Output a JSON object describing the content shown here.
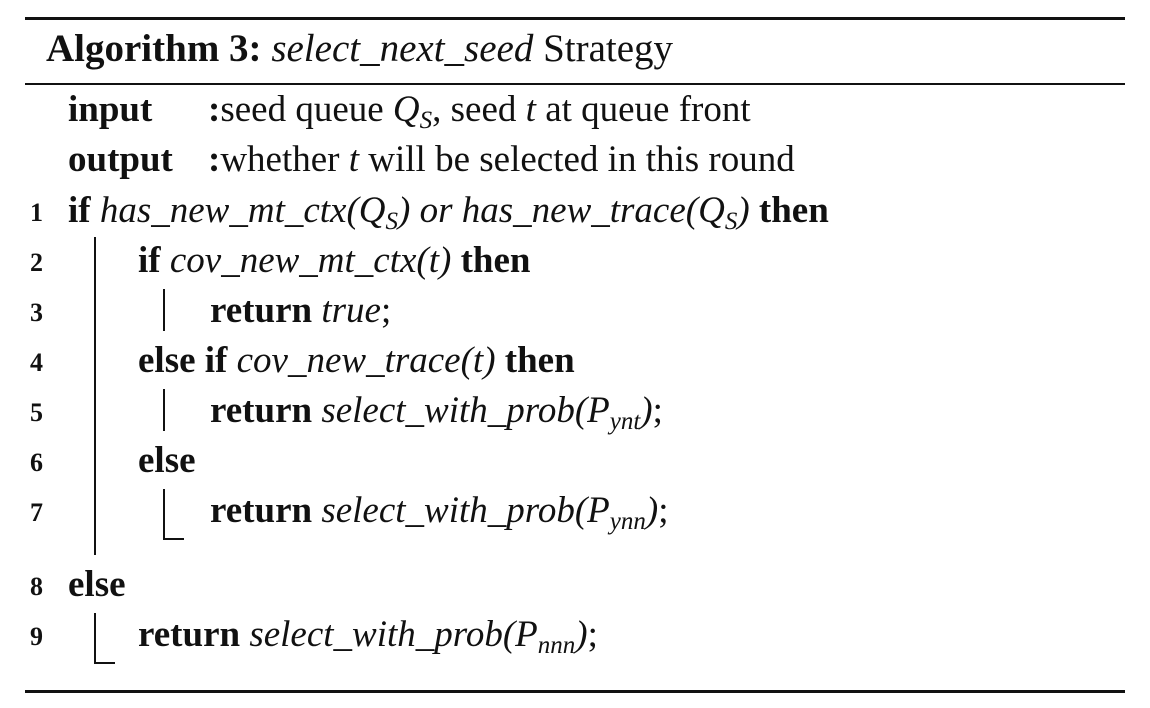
{
  "algorithm": {
    "label": "Algorithm 3:",
    "name": "select_next_seed",
    "name_suffix": " Strategy"
  },
  "io": {
    "input_keyword": "input",
    "input_text_a": "seed queue ",
    "input_var": "Q",
    "input_var_sub": "S",
    "input_text_b": ", seed ",
    "input_t": "t",
    "input_text_c": " at queue front",
    "output_keyword": "output",
    "output_text_a": "whether ",
    "output_t": "t",
    "output_text_b": " will be selected in this round"
  },
  "line_numbers": [
    "1",
    "2",
    "3",
    "4",
    "5",
    "6",
    "7",
    "8",
    "9"
  ],
  "lines": [
    {
      "kw_if": "if ",
      "cond_a": "has_new_mt_ctx(Q",
      "cond_a_sub": "S",
      "cond_b": ") or has_new_trace(Q",
      "cond_b_sub": "S",
      "cond_c": ")",
      "kw_then": " then"
    },
    {
      "kw_if": "if ",
      "cond": "cov_new_mt_ctx(t)",
      "kw_then": " then"
    },
    {
      "kw_return": "return ",
      "value": "true",
      "semicolon": ";"
    },
    {
      "kw_else_if": "else if ",
      "cond": "cov_new_trace(t)",
      "kw_then": " then"
    },
    {
      "kw_return": "return ",
      "call": "select_with_prob(P",
      "call_sub": "ynt",
      "call_end": ")",
      "semicolon": ";"
    },
    {
      "kw_else": "else"
    },
    {
      "kw_return": "return ",
      "call": "select_with_prob(P",
      "call_sub": "ynn",
      "call_end": ")",
      "semicolon": ";"
    },
    {
      "kw_else": "else"
    },
    {
      "kw_return": "return ",
      "call": "select_with_prob(P",
      "call_sub": "nnn",
      "call_end": ")",
      "semicolon": ";"
    }
  ]
}
